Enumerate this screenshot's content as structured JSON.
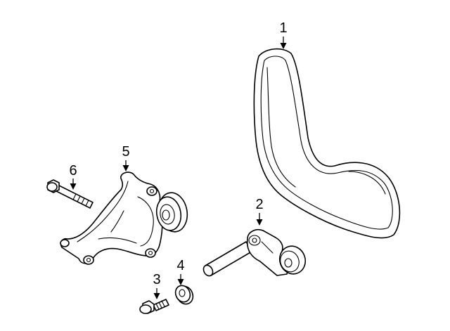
{
  "callouts": [
    {
      "id": "belt",
      "label": "1"
    },
    {
      "id": "tensioner",
      "label": "2"
    },
    {
      "id": "bolt-small",
      "label": "3"
    },
    {
      "id": "spacer",
      "label": "4"
    },
    {
      "id": "bracket",
      "label": "5"
    },
    {
      "id": "bolt-long",
      "label": "6"
    }
  ]
}
